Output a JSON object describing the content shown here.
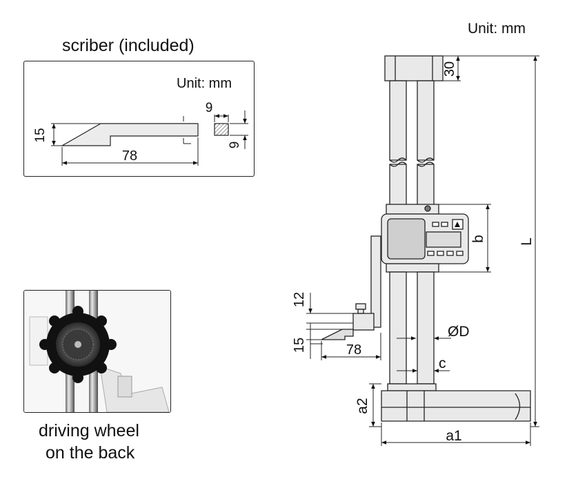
{
  "header": {
    "unit": "Unit: mm"
  },
  "scriber": {
    "title": "scriber (included)",
    "unit": "Unit: mm",
    "dim_length": "78",
    "dim_height": "15",
    "dim_section_width": "9",
    "dim_section_height": "9"
  },
  "driving_wheel": {
    "caption_line1": "driving wheel",
    "caption_line2": "on the back"
  },
  "gauge": {
    "dim_top": "30",
    "dim_L": "L",
    "dim_b": "b",
    "dim_12": "12",
    "dim_15": "15",
    "dim_78": "78",
    "dim_D": "ØD",
    "dim_c": "c",
    "dim_a2": "a2",
    "dim_a1": "a1"
  }
}
